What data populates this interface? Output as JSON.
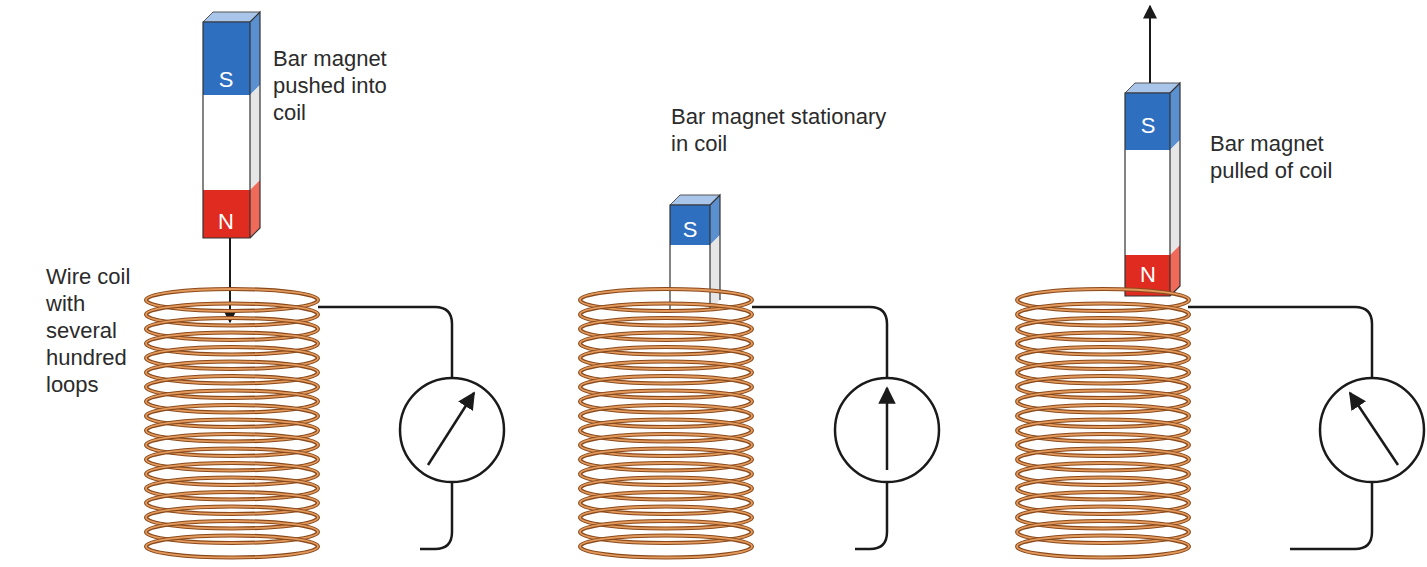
{
  "diagram": {
    "labels": [
      "S",
      "N",
      "Bar magnet pushed into coil",
      "Wire coil with several hundred loops",
      "Bar magnet stationary in coil",
      "S",
      "S",
      "N",
      "Bar magnet pulled of coil"
    ]
  }
}
